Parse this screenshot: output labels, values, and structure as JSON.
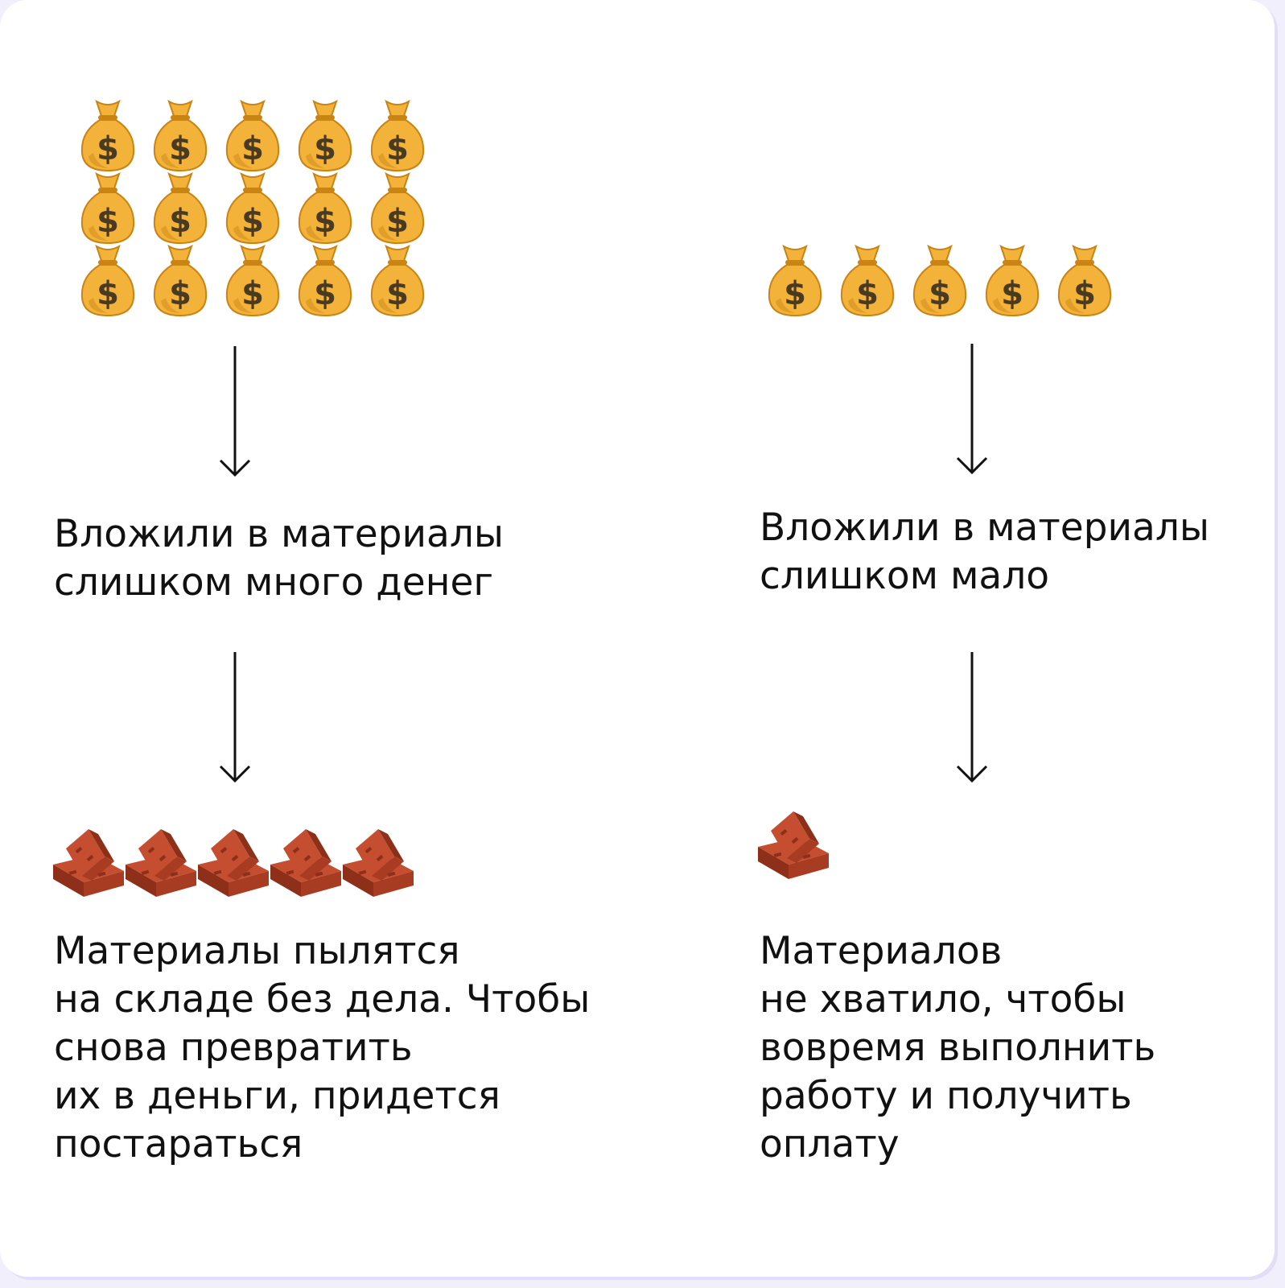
{
  "colors": {
    "background": "#ffffff",
    "frame": "#f2effd",
    "text": "#111111",
    "arrow": "#111111",
    "bag": "#f3b23a",
    "bag_shadow": "#c98414",
    "dollar": "#4a3a22",
    "brick": "#c44e2f",
    "brick_dark": "#8e2f19"
  },
  "left": {
    "money_icon": "money-bag-icon",
    "money_count": 15,
    "money_rows": 3,
    "money_cols": 5,
    "middle_text": "Вложили в материалы\nслишком много денег",
    "brick_icon": "brick-icon",
    "brick_count": 5,
    "bottom_text": "Материалы пылятся\nна складе без дела. Чтобы\nснова превратить\nих в деньги, придется\nпостараться"
  },
  "right": {
    "money_icon": "money-bag-icon",
    "money_count": 5,
    "money_rows": 1,
    "money_cols": 5,
    "middle_text": "Вложили в материалы\nслишком мало",
    "brick_icon": "brick-icon",
    "brick_count": 1,
    "bottom_text": "Материалов\nне хватило, чтобы\nвовремя выполнить\nработу и получить\nоплату"
  }
}
